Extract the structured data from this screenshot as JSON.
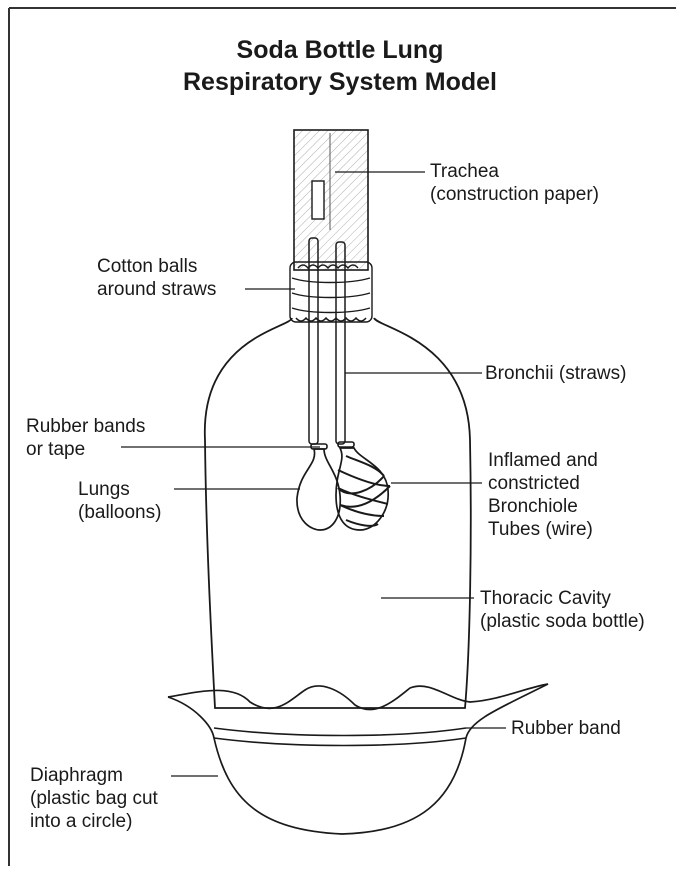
{
  "title": {
    "line1": "Soda Bottle Lung",
    "line2": "Respiratory System Model"
  },
  "labels": {
    "trachea": {
      "line1": "Trachea",
      "line2": "(construction paper)"
    },
    "cotton": {
      "line1": "Cotton balls",
      "line2": "around straws"
    },
    "bronchii": {
      "line1": "Bronchii (straws)"
    },
    "rubber_bands": {
      "line1": "Rubber bands",
      "line2": "or tape"
    },
    "inflamed": {
      "line1": "Inflamed and",
      "line2": "constricted",
      "line3": "Bronchiole",
      "line4": "Tubes (wire)"
    },
    "lungs": {
      "line1": "Lungs",
      "line2": "(balloons)"
    },
    "thoracic": {
      "line1": "Thoracic Cavity",
      "line2": "(plastic soda bottle)"
    },
    "rubber_band": {
      "line1": "Rubber band"
    },
    "diaphragm": {
      "line1": "Diaphragm",
      "line2": "(plastic bag cut",
      "line3": "into a circle)"
    }
  },
  "colors": {
    "ink": "#1a1a1a",
    "background": "#ffffff",
    "hatch": "#9a9a9a"
  }
}
